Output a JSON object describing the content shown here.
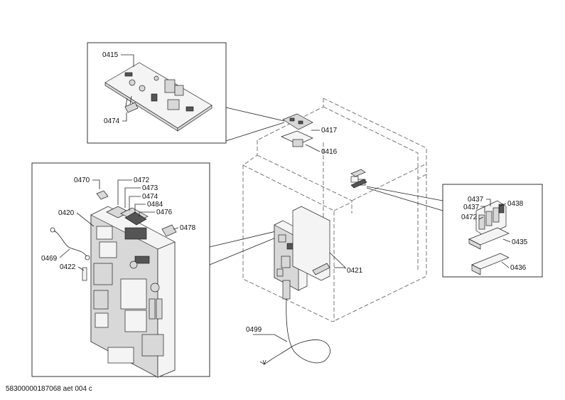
{
  "diagram": {
    "labels": {
      "p0415": "0415",
      "p0474a": "0474",
      "p0417": "0417",
      "p0416": "0416",
      "p0470": "0470",
      "p0472a": "0472",
      "p0473": "0473",
      "p0474b": "0474",
      "p0484": "0484",
      "p0476": "0476",
      "p0420": "0420",
      "p0478": "0478",
      "p0469": "0469",
      "p0422": "0422",
      "p0421": "0421",
      "p0499": "0499",
      "p0437a": "0437",
      "p0437b": "0437",
      "p0438": "0438",
      "p0472b": "0472",
      "p0435": "0435",
      "p0436": "0436"
    },
    "footer": "58300000187068 aet 004 c"
  }
}
